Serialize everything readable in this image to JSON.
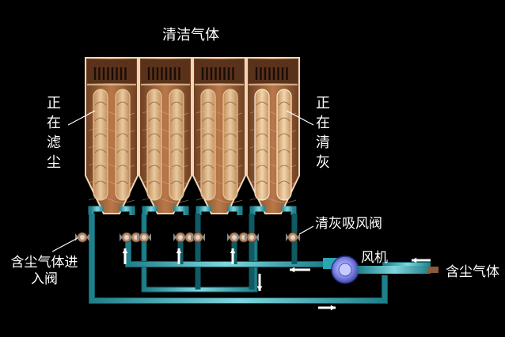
{
  "labels": {
    "clean_gas": "清洁气体",
    "filtering": "正在滤尘",
    "cleaning": "正在清灰",
    "clean_valve": "清灰吸风阀",
    "fan": "风机",
    "dusty_gas": "含尘气体",
    "inlet_valve": "含尘气体进入阀"
  },
  "colors": {
    "chamber_body": "#a86a3e",
    "chamber_outline": "#f0d6b4",
    "pipe_cyan": "#2aa6b2",
    "fan_blue": "#6a6fd8",
    "arrow": "#ffffff"
  },
  "chambers": [
    {
      "name": "chamber-1",
      "state": "filtering"
    },
    {
      "name": "chamber-2",
      "state": "filtering"
    },
    {
      "name": "chamber-3",
      "state": "filtering"
    },
    {
      "name": "chamber-4",
      "state": "cleaning"
    }
  ]
}
